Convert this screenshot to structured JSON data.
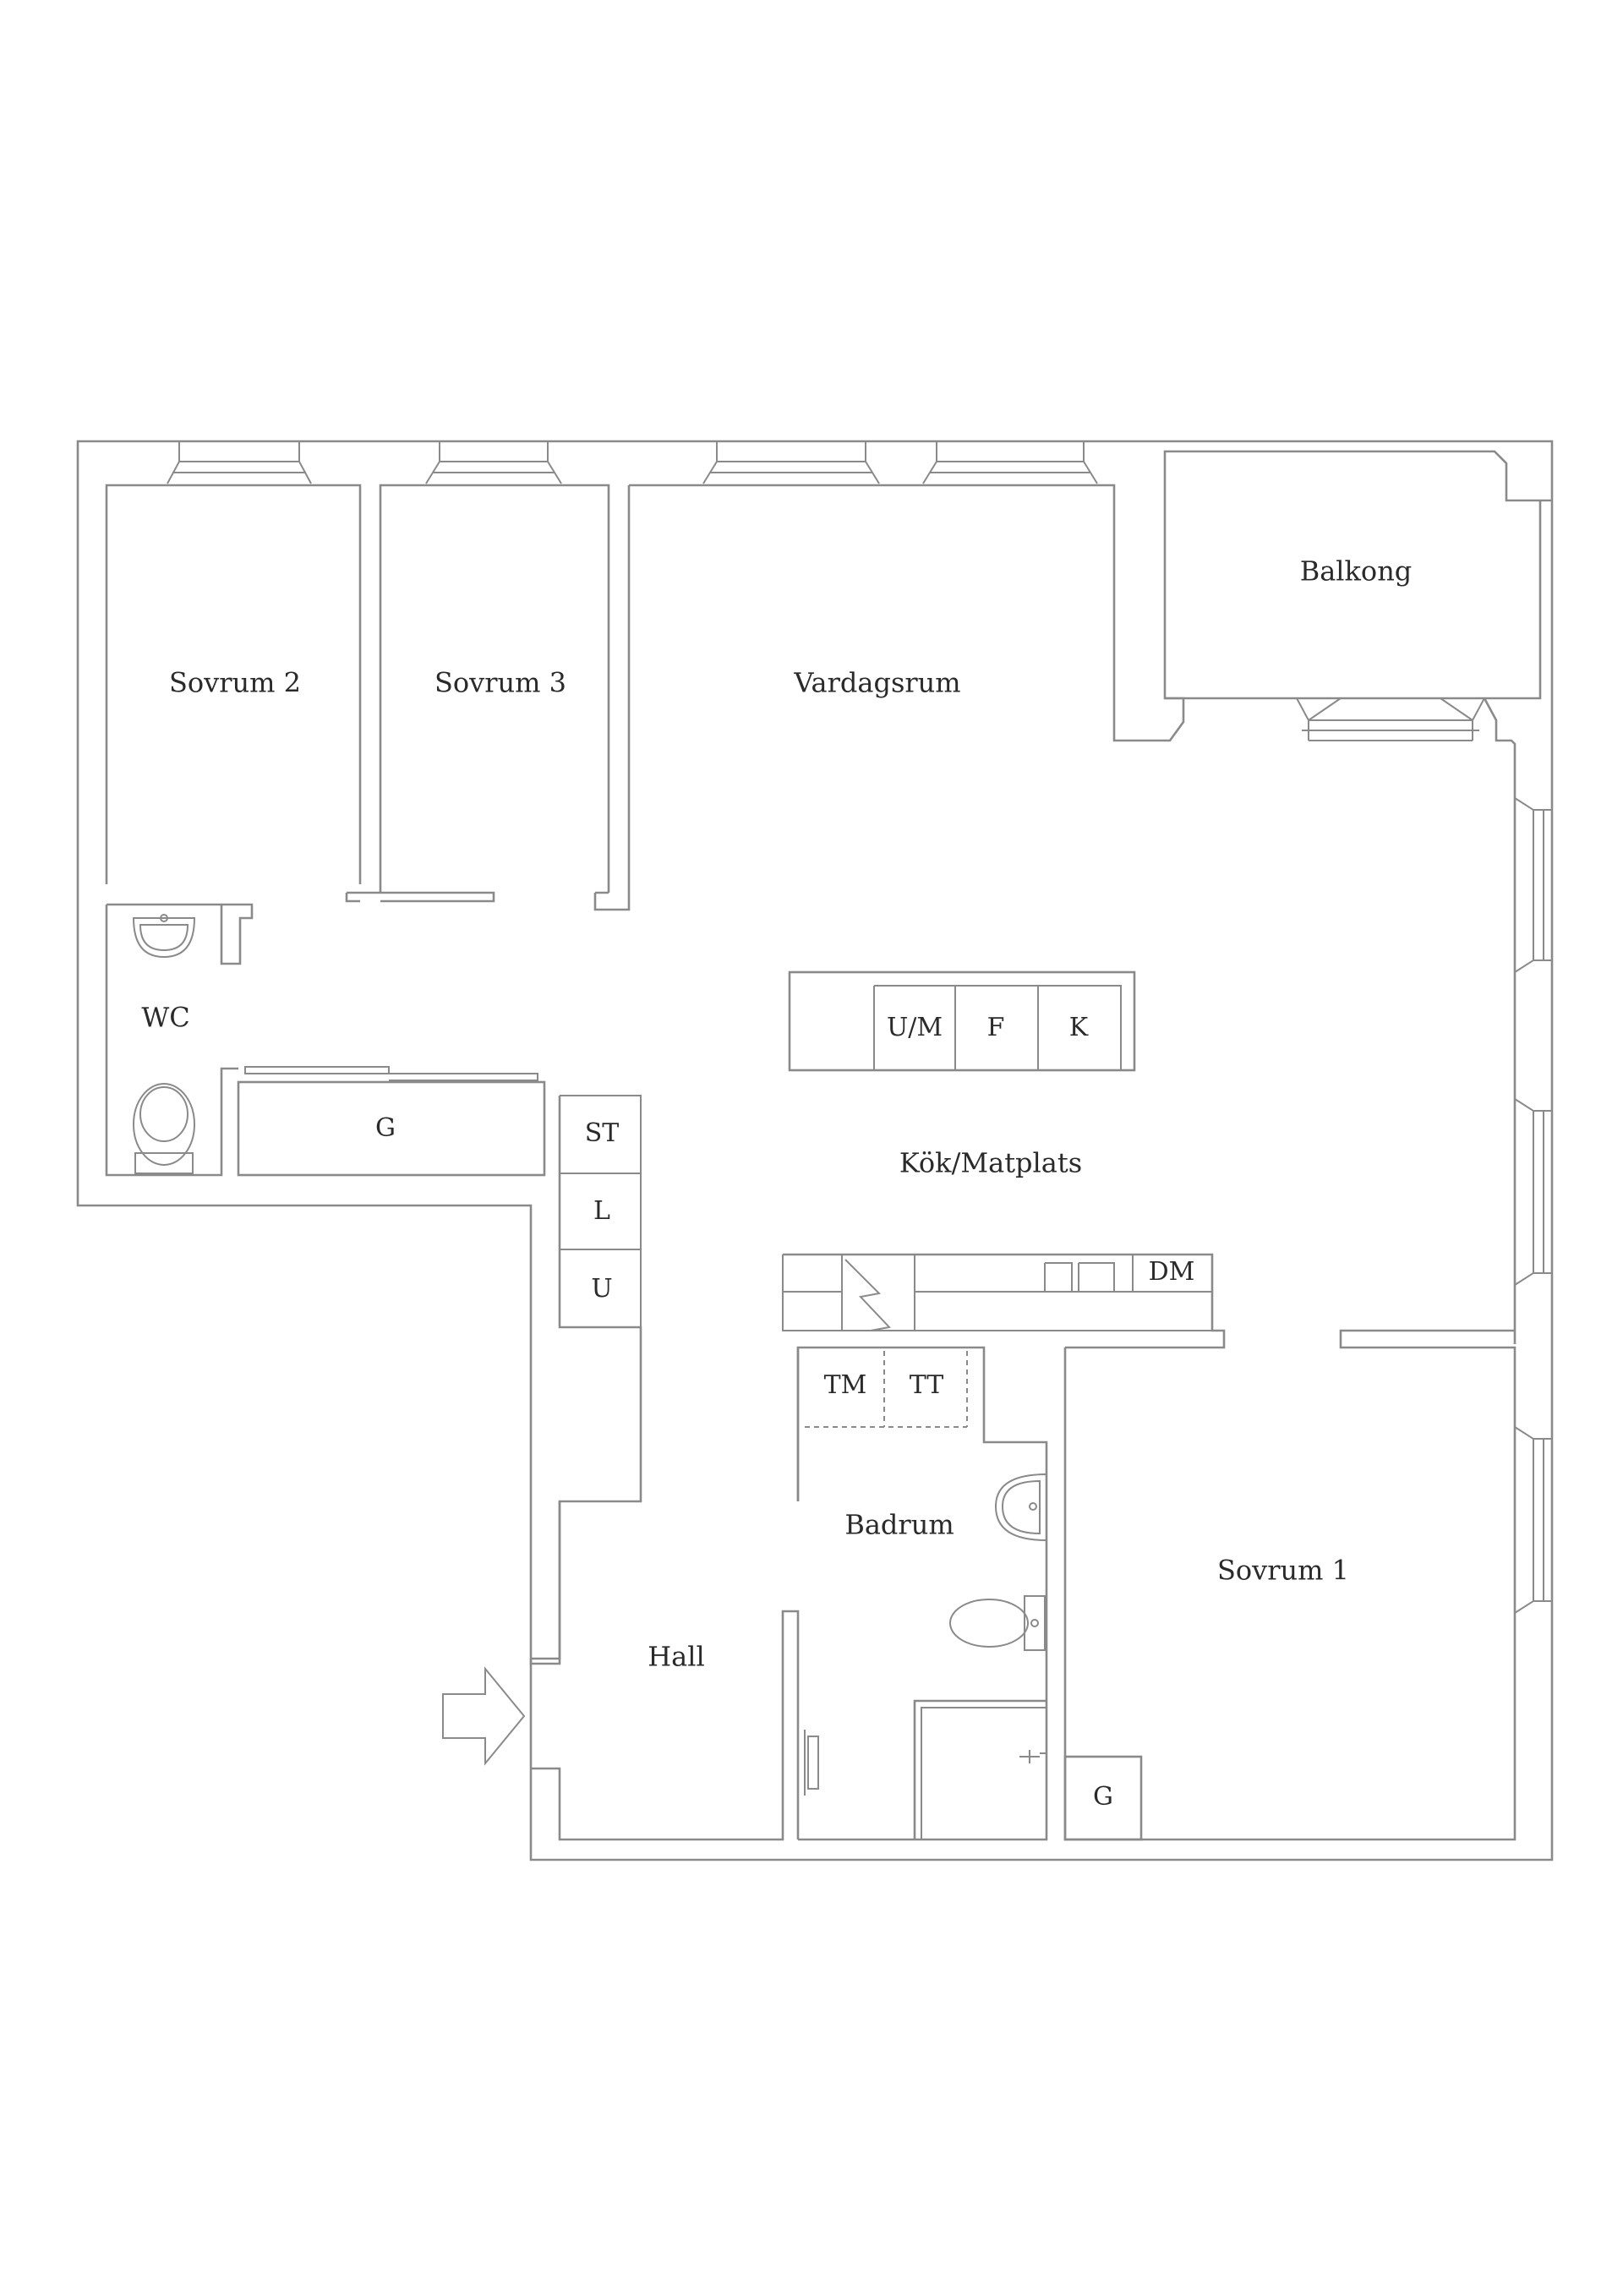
{
  "rooms": {
    "sovrum2": "Sovrum 2",
    "sovrum3": "Sovrum 3",
    "vardagsrum": "Vardagsrum",
    "balkong": "Balkong",
    "wc": "WC",
    "kok": "Kök/Matplats",
    "badrum": "Badrum",
    "hall": "Hall",
    "sovrum1": "Sovrum 1"
  },
  "fixtures": {
    "um": "U/M",
    "f": "F",
    "k": "K",
    "g_wardrobe": "G",
    "st": "ST",
    "l": "L",
    "u": "U",
    "dm": "DM",
    "tm": "TM",
    "tt": "TT",
    "g_sovrum1": "G"
  }
}
